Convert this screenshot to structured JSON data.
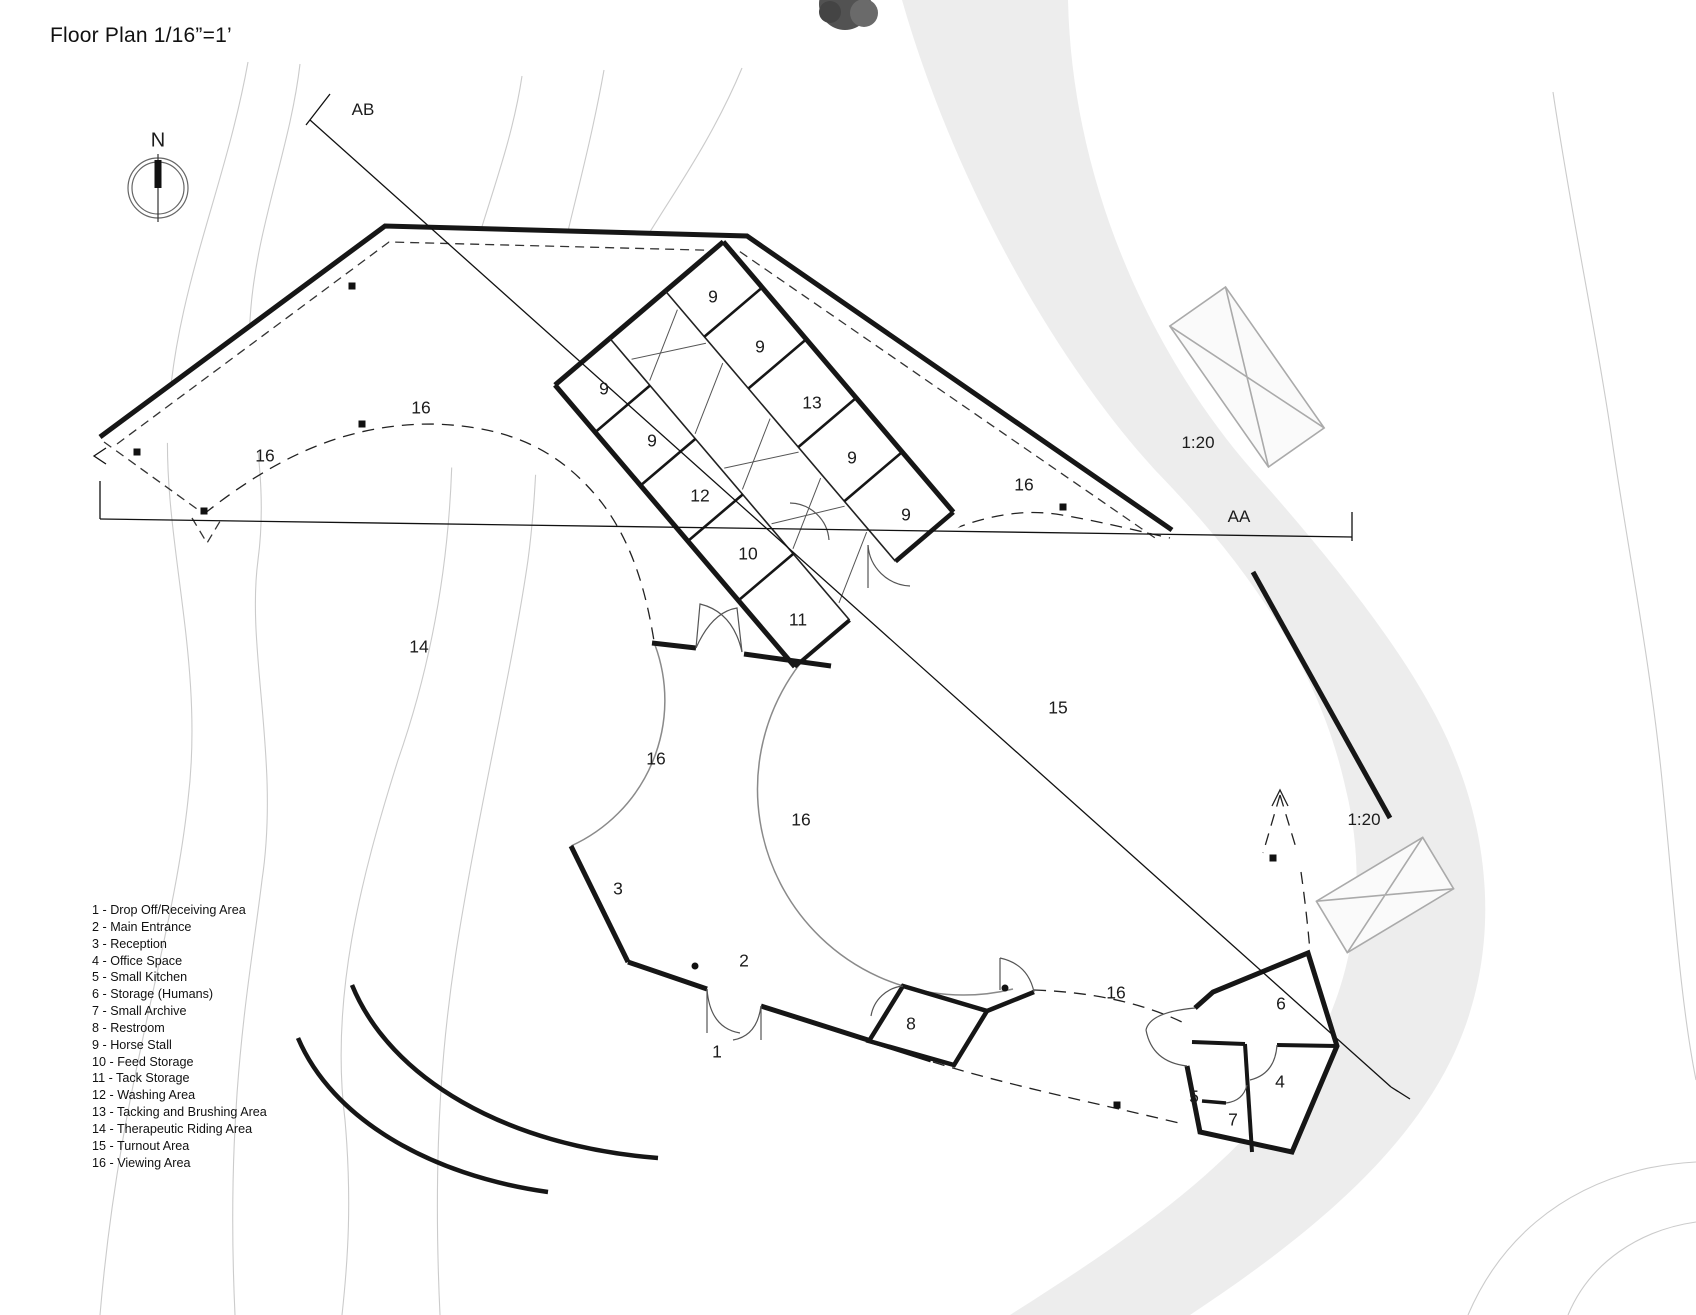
{
  "title": "Floor Plan 1/16”=1’",
  "compass": {
    "label": "N"
  },
  "section_markers": {
    "ab": "AB",
    "aa": "AA"
  },
  "slope_labels": {
    "upper": "1:20",
    "lower": "1:20"
  },
  "plan_labels": [
    "9",
    "9",
    "9",
    "9",
    "13",
    "9",
    "9",
    "12",
    "10",
    "11",
    "16",
    "16",
    "16",
    "14",
    "15",
    "16",
    "16",
    "16",
    "3",
    "2",
    "8",
    "1",
    "6",
    "4",
    "5",
    "7"
  ],
  "legend": {
    "items": [
      "1 - Drop Off/Receiving Area",
      "2 - Main Entrance",
      "3 - Reception",
      "4 - Office Space",
      "5 - Small Kitchen",
      "6 - Storage (Humans)",
      "7 - Small Archive",
      "8 - Restroom",
      "9 - Horse Stall",
      "10 - Feed Storage",
      "11 - Tack Storage",
      "12 - Washing Area",
      "13 - Tacking and Brushing Area",
      "14 - Therapeutic Riding Area",
      "15 - Turnout Area",
      "16 - Viewing Area"
    ]
  },
  "colors": {
    "wall": "#161616",
    "path_gray": "#ededed",
    "contour": "#cbcbcb"
  }
}
